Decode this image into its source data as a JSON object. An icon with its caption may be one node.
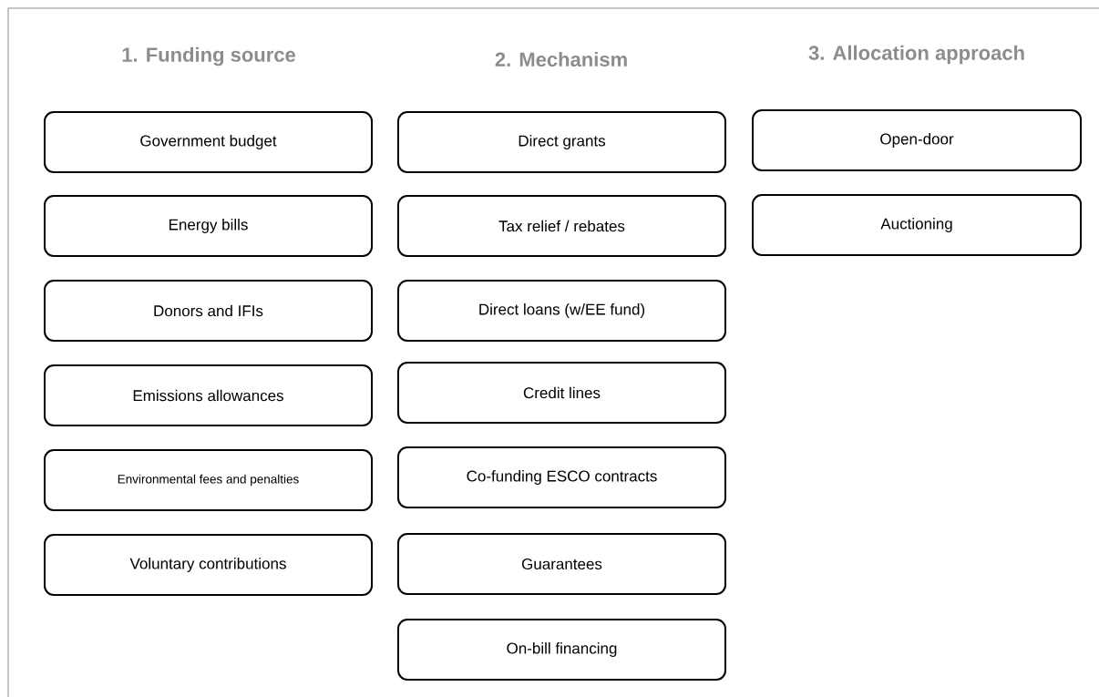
{
  "diagram": {
    "nodes": [
      {
        "text": [
          "Government budget"
        ]
      },
      {
        "text": [
          "Energy bills"
        ]
      },
      {
        "text": [
          "Donors and IFIs"
        ]
      },
      {
        "text": [
          "Emissions allowances"
        ]
      },
      {
        "text": [
          "Environmental fees and penalties"
        ]
      },
      {
        "text": [
          "Voluntary contributions"
        ]
      },
      {
        "text": [
          "Direct grants"
        ]
      },
      {
        "text": [
          "Tax relief / rebates"
        ]
      },
      {
        "text": [
          "Direct loans (w/EE fund)"
        ]
      },
      {
        "text": [
          "Credit lines"
        ]
      },
      {
        "text": [
          "Co-funding ESCO contracts"
        ]
      },
      {
        "text": [
          "Guarantees"
        ]
      },
      {
        "text": [
          "On-bill financing"
        ]
      },
      {
        "text": [
          "Open-door"
        ]
      },
      {
        "text": [
          "Auctioning"
        ]
      }
    ],
    "labels": [
      "1. Funding source",
      "2. Mechanism",
      "3. Allocation approach"
    ]
  }
}
